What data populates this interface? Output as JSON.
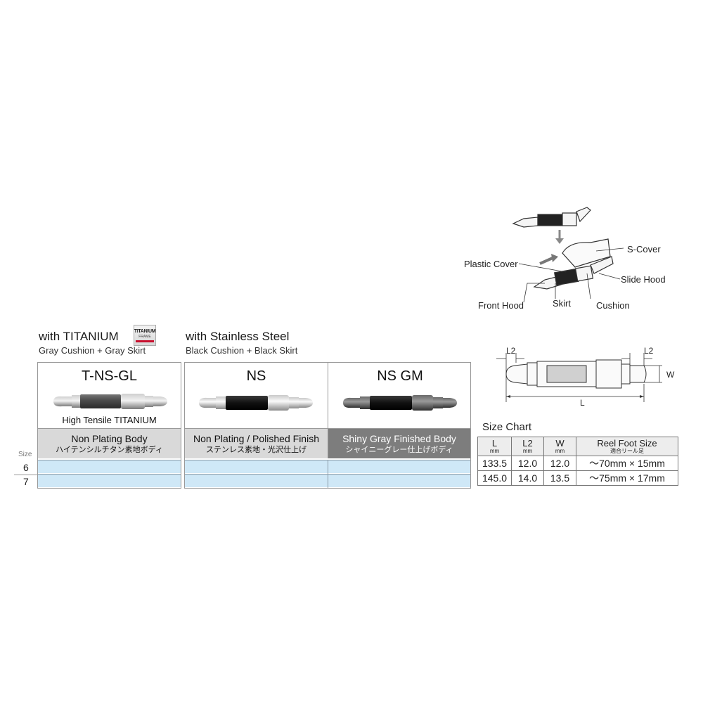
{
  "titanium": {
    "heading": "with TITANIUM",
    "sub": "Gray Cushion + Gray Skirt",
    "badge_line1": "TITANIUM",
    "badge_line2": "FRAME",
    "product": {
      "code": "T-NS-GL",
      "material": "High Tensile TITANIUM",
      "finish_en": "Non Plating Body",
      "finish_jp": "ハイテンシルチタン素地ボディ"
    }
  },
  "stainless": {
    "heading": "with Stainless Steel",
    "sub": "Black Cushion + Black Skirt",
    "products": [
      {
        "code": "NS",
        "finish_en": "Non Plating / Polished Finish",
        "finish_jp": "ステンレス素地・光沢仕上げ"
      },
      {
        "code": "NS GM",
        "finish_en": "Shiny Gray Finished Body",
        "finish_jp": "シャイニーグレー仕上げボディ"
      }
    ]
  },
  "sizes": {
    "label": "Size",
    "values": [
      "6",
      "7"
    ]
  },
  "diagram": {
    "labels": {
      "s_cover": "S-Cover",
      "plastic_cover": "Plastic Cover",
      "slide_hood": "Slide Hood",
      "front_hood": "Front Hood",
      "skirt": "Skirt",
      "cushion": "Cushion"
    },
    "dims": {
      "l2_left": "L2",
      "l2_right": "L2",
      "w": "W",
      "l": "L"
    }
  },
  "size_chart": {
    "title": "Size Chart",
    "headers": [
      {
        "label": "L",
        "unit": "mm"
      },
      {
        "label": "L2",
        "unit": "mm"
      },
      {
        "label": "W",
        "unit": "mm"
      },
      {
        "label": "Reel Foot Size",
        "unit": "適合リール足"
      }
    ],
    "rows": [
      [
        "133.5",
        "12.0",
        "12.0",
        "〜70mm × 15mm"
      ],
      [
        "145.0",
        "14.0",
        "13.5",
        "〜75mm × 17mm"
      ]
    ]
  },
  "colors": {
    "size_row": "#cfe8f7",
    "finish_gray": "#d9d9d9",
    "finish_dark": "#7d7d7d",
    "badge_red": "#c8102e"
  }
}
